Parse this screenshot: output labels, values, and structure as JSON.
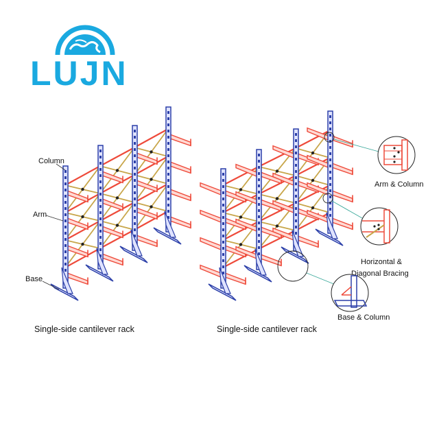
{
  "logo": {
    "text": "LUJN",
    "color": "#1aa9e0"
  },
  "colors": {
    "column": "#2b3fa8",
    "arm": "#ee4a3a",
    "bracing": "#c8a64a",
    "outline": "#222222"
  },
  "left_rack": {
    "labels": {
      "column": "Column",
      "arm": "Arm",
      "base": "Base"
    },
    "caption": "Single-side cantilever rack"
  },
  "right_rack": {
    "caption": "Single-side cantilever rack",
    "callouts": {
      "arm_column": "Arm & Column",
      "bracing_line1": "Horizontal &",
      "bracing_line2": "Diagonal Bracing",
      "base_column": "Base & Column"
    }
  }
}
